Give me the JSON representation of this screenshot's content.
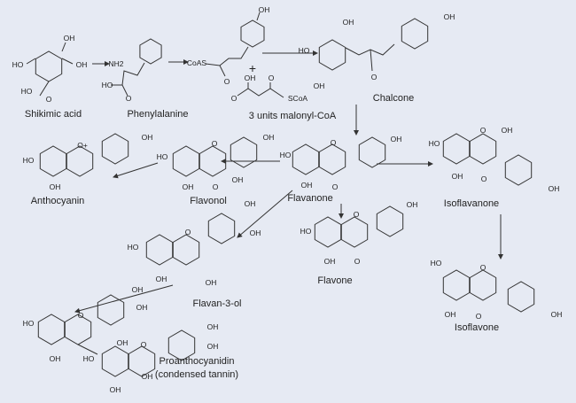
{
  "compounds": {
    "shikimic": {
      "label": "Shikimic acid",
      "atoms": [
        "OH",
        "HO",
        "OH",
        "HO",
        "O"
      ]
    },
    "phenylalanine": {
      "label": "Phenylalanine",
      "atoms": [
        "NH2",
        "HO",
        "O"
      ]
    },
    "coumaroyl": {
      "label": "",
      "atoms": [
        "OH",
        "CoAS",
        "O"
      ]
    },
    "plus": "+",
    "malonyl": {
      "label": "3 units malonyl-CoA",
      "atoms": [
        "OH",
        "O",
        "O",
        "SCoA"
      ]
    },
    "chalcone": {
      "label": "Chalcone",
      "atoms": [
        "HO",
        "OH",
        "OH",
        "O",
        "OH"
      ]
    },
    "flavanone": {
      "label": "Flavanone",
      "atoms": [
        "HO",
        "OH",
        "O",
        "O",
        "OH"
      ]
    },
    "flavonol": {
      "label": "Flavonol",
      "atoms": [
        "HO",
        "OH",
        "O",
        "O",
        "OH",
        "OH"
      ]
    },
    "anthocyanin": {
      "label": "Anthocyanin",
      "atoms": [
        "HO",
        "OH",
        "O+",
        "OH"
      ]
    },
    "flavone": {
      "label": "Flavone",
      "atoms": [
        "HO",
        "OH",
        "O",
        "O",
        "OH"
      ]
    },
    "isoflavanone": {
      "label": "Isoflavanone",
      "atoms": [
        "HO",
        "O",
        "OH",
        "OH",
        "O",
        "OH"
      ]
    },
    "isoflavone": {
      "label": "Isoflavone",
      "atoms": [
        "HO",
        "O",
        "OH",
        "O",
        "OH"
      ]
    },
    "flavan3ol": {
      "label": "Flavan-3-ol",
      "atoms": [
        "HO",
        "O",
        "OH",
        "OH",
        "OH",
        "OH"
      ]
    },
    "proanthocyanidin": {
      "label": "Proanthocyanidin",
      "label2": "(condensed tannin)",
      "atoms": [
        "HO",
        "O",
        "OH",
        "OH",
        "OH",
        "HO",
        "O",
        "OH",
        "OH",
        "OH",
        "OH",
        "OH"
      ]
    }
  }
}
